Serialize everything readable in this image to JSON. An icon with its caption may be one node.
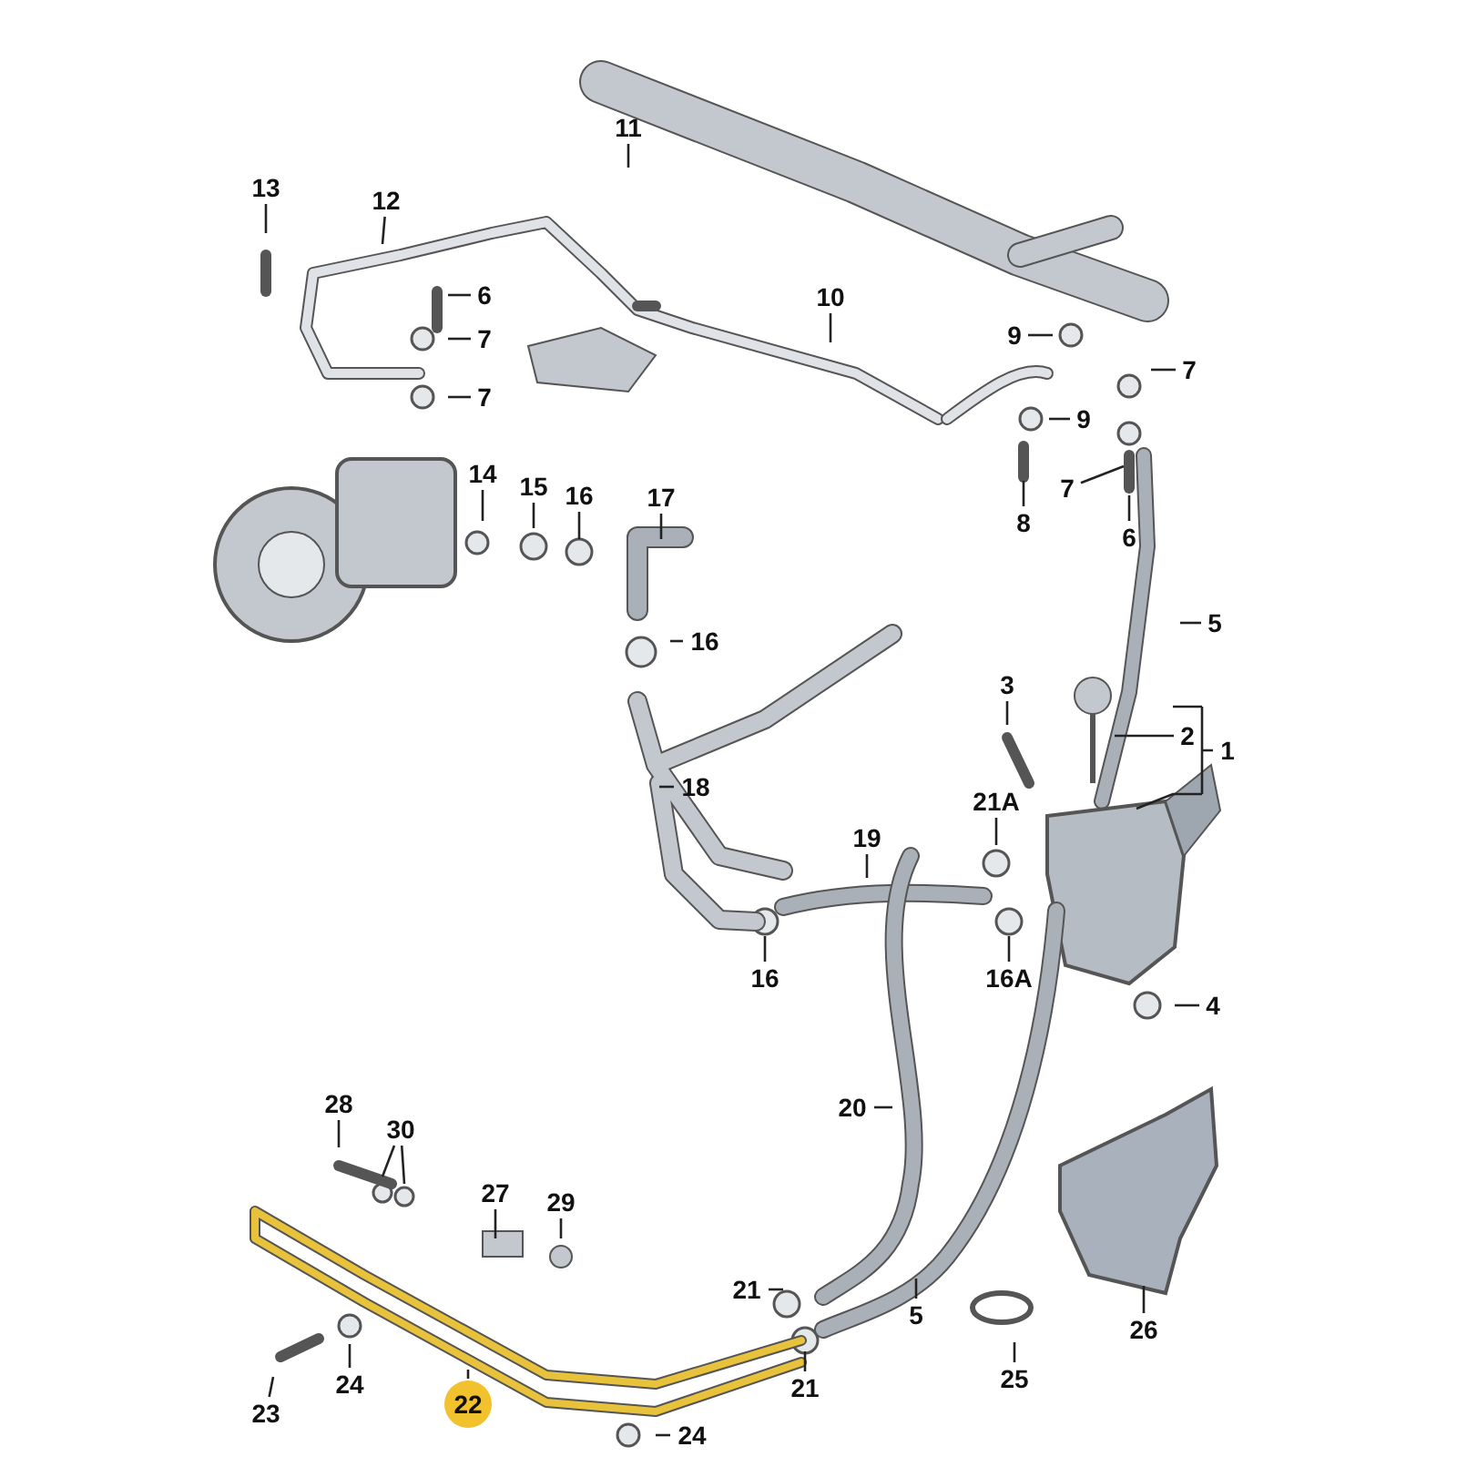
{
  "diagram": {
    "nodes": [
      {
        "text": [
          "13"
        ]
      },
      {
        "text": [
          "12"
        ]
      },
      {
        "text": [
          "11"
        ]
      },
      {
        "text": [
          "6"
        ]
      },
      {
        "text": [
          "7"
        ]
      },
      {
        "text": [
          "7"
        ]
      },
      {
        "text": [
          "10"
        ]
      },
      {
        "text": [
          "9"
        ]
      },
      {
        "text": [
          "7"
        ]
      },
      {
        "text": [
          "9"
        ]
      },
      {
        "text": [
          "7"
        ]
      },
      {
        "text": [
          "14"
        ]
      },
      {
        "text": [
          "15"
        ]
      },
      {
        "text": [
          "16"
        ]
      },
      {
        "text": [
          "17"
        ]
      },
      {
        "text": [
          "8"
        ]
      },
      {
        "text": [
          "6"
        ]
      },
      {
        "text": [
          "16"
        ]
      },
      {
        "text": [
          "5"
        ]
      },
      {
        "text": [
          "3"
        ]
      },
      {
        "text": [
          "2"
        ]
      },
      {
        "text": [
          "1"
        ]
      },
      {
        "text": [
          "21A"
        ]
      },
      {
        "text": [
          "18"
        ]
      },
      {
        "text": [
          "19"
        ]
      },
      {
        "text": [
          "16"
        ]
      },
      {
        "text": [
          "16A"
        ]
      },
      {
        "text": [
          "4"
        ]
      },
      {
        "text": [
          "20"
        ]
      },
      {
        "text": [
          "28"
        ]
      },
      {
        "text": [
          "30"
        ]
      },
      {
        "text": [
          "27"
        ]
      },
      {
        "text": [
          "29"
        ]
      },
      {
        "text": [
          "21"
        ]
      },
      {
        "text": [
          "5"
        ]
      },
      {
        "text": [
          "26"
        ]
      },
      {
        "text": [
          "23"
        ]
      },
      {
        "text": [
          "24"
        ]
      },
      {
        "text": [
          "22"
        ]
      },
      {
        "text": [
          "21"
        ]
      },
      {
        "text": [
          "25"
        ]
      },
      {
        "text": [
          "24"
        ]
      }
    ],
    "edges": [
      {
        "from": 0,
        "to": null,
        "arrow": "none"
      },
      {
        "from": 1,
        "to": null,
        "arrow": "none"
      },
      {
        "from": 2,
        "to": null,
        "arrow": "none"
      },
      {
        "from": 3,
        "to": null,
        "arrow": "none"
      },
      {
        "from": 4,
        "to": null,
        "arrow": "none"
      },
      {
        "from": 5,
        "to": null,
        "arrow": "none"
      },
      {
        "from": 6,
        "to": null,
        "arrow": "none"
      },
      {
        "from": 7,
        "to": null,
        "arrow": "none"
      },
      {
        "from": 8,
        "to": null,
        "arrow": "none"
      },
      {
        "from": 9,
        "to": null,
        "arrow": "none"
      },
      {
        "from": 10,
        "to": null,
        "arrow": "none"
      },
      {
        "from": 11,
        "to": null,
        "arrow": "none"
      },
      {
        "from": 12,
        "to": null,
        "arrow": "none"
      },
      {
        "from": 13,
        "to": null,
        "arrow": "none"
      },
      {
        "from": 14,
        "to": null,
        "arrow": "none"
      },
      {
        "from": 15,
        "to": null,
        "arrow": "none"
      },
      {
        "from": 16,
        "to": null,
        "arrow": "none"
      },
      {
        "from": 17,
        "to": null,
        "arrow": "none"
      },
      {
        "from": 18,
        "to": null,
        "arrow": "none"
      },
      {
        "from": 19,
        "to": null,
        "arrow": "none"
      },
      {
        "from": 20,
        "to": null,
        "arrow": "none"
      },
      {
        "from": 21,
        "to": null,
        "arrow": "none"
      },
      {
        "from": 22,
        "to": null,
        "arrow": "none"
      },
      {
        "from": 23,
        "to": null,
        "arrow": "none"
      },
      {
        "from": 24,
        "to": null,
        "arrow": "none"
      },
      {
        "from": 25,
        "to": null,
        "arrow": "none"
      },
      {
        "from": 26,
        "to": null,
        "arrow": "none"
      },
      {
        "from": 27,
        "to": null,
        "arrow": "none"
      },
      {
        "from": 28,
        "to": null,
        "arrow": "none"
      },
      {
        "from": 29,
        "to": null,
        "arrow": "none"
      },
      {
        "from": 30,
        "to": null,
        "arrow": "none"
      },
      {
        "from": 30,
        "to": null,
        "arrow": "none"
      },
      {
        "from": 31,
        "to": null,
        "arrow": "none"
      },
      {
        "from": 32,
        "to": null,
        "arrow": "none"
      },
      {
        "from": 33,
        "to": null,
        "arrow": "none"
      },
      {
        "from": 34,
        "to": null,
        "arrow": "none"
      },
      {
        "from": 35,
        "to": null,
        "arrow": "none"
      },
      {
        "from": 36,
        "to": null,
        "arrow": "none"
      },
      {
        "from": 37,
        "to": null,
        "arrow": "none"
      },
      {
        "from": 38,
        "to": null,
        "arrow": "none"
      },
      {
        "from": 39,
        "to": null,
        "arrow": "none"
      },
      {
        "from": 40,
        "to": null,
        "arrow": "none"
      },
      {
        "from": 41,
        "to": null,
        "arrow": "none"
      }
    ]
  }
}
